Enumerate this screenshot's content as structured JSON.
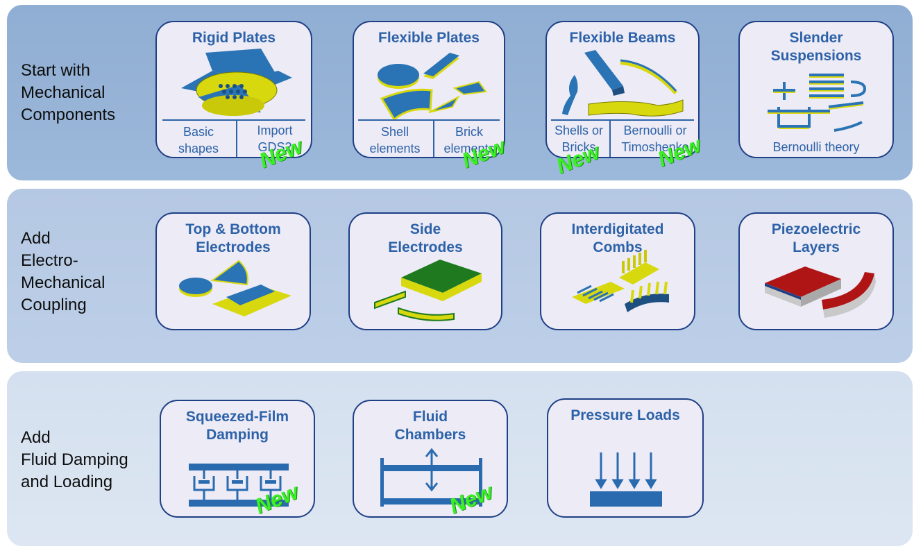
{
  "rows": [
    {
      "label": "Start with\nMechanical\nComponents"
    },
    {
      "label": "Add\nElectro-\nMechanical\nCoupling"
    },
    {
      "label": "Add\nFluid Damping\nand Loading"
    }
  ],
  "cards": {
    "rigid_plates": {
      "title": "Rigid Plates",
      "left": "Basic\nshapes",
      "right": "Import\nGDS2"
    },
    "flexible_plates": {
      "title": "Flexible Plates",
      "left": "Shell\nelements",
      "right": "Brick\nelements"
    },
    "flexible_beams": {
      "title": "Flexible Beams",
      "left": "Shells or\nBricks",
      "right": "Bernoulli or\nTimoshenko"
    },
    "slender_suspensions": {
      "title": "Slender\nSuspensions",
      "caption": "Bernoulli theory"
    },
    "top_bottom_electrodes": {
      "title": "Top & Bottom\nElectrodes"
    },
    "side_electrodes": {
      "title": "Side\nElectrodes"
    },
    "interdigitated_combs": {
      "title": "Interdigitated\nCombs"
    },
    "piezoelectric_layers": {
      "title": "Piezoelectric\nLayers"
    },
    "squeezed_film": {
      "title": "Squeezed-Film\nDamping"
    },
    "fluid_chambers": {
      "title": "Fluid\nChambers"
    },
    "pressure_loads": {
      "title": "Pressure Loads"
    }
  },
  "badge_text": "New",
  "colors": {
    "band_dark": "#90aed3",
    "band_mid": "#b5c8e3",
    "band_light": "#d4e0ef",
    "card_border": "#1f3f86",
    "title_blue": "#2d62a8",
    "new_green": "#3cf028",
    "shape_blue": "#2a73b4",
    "shape_yellow": "#d8d80e",
    "piezo_red": "#b01515"
  }
}
